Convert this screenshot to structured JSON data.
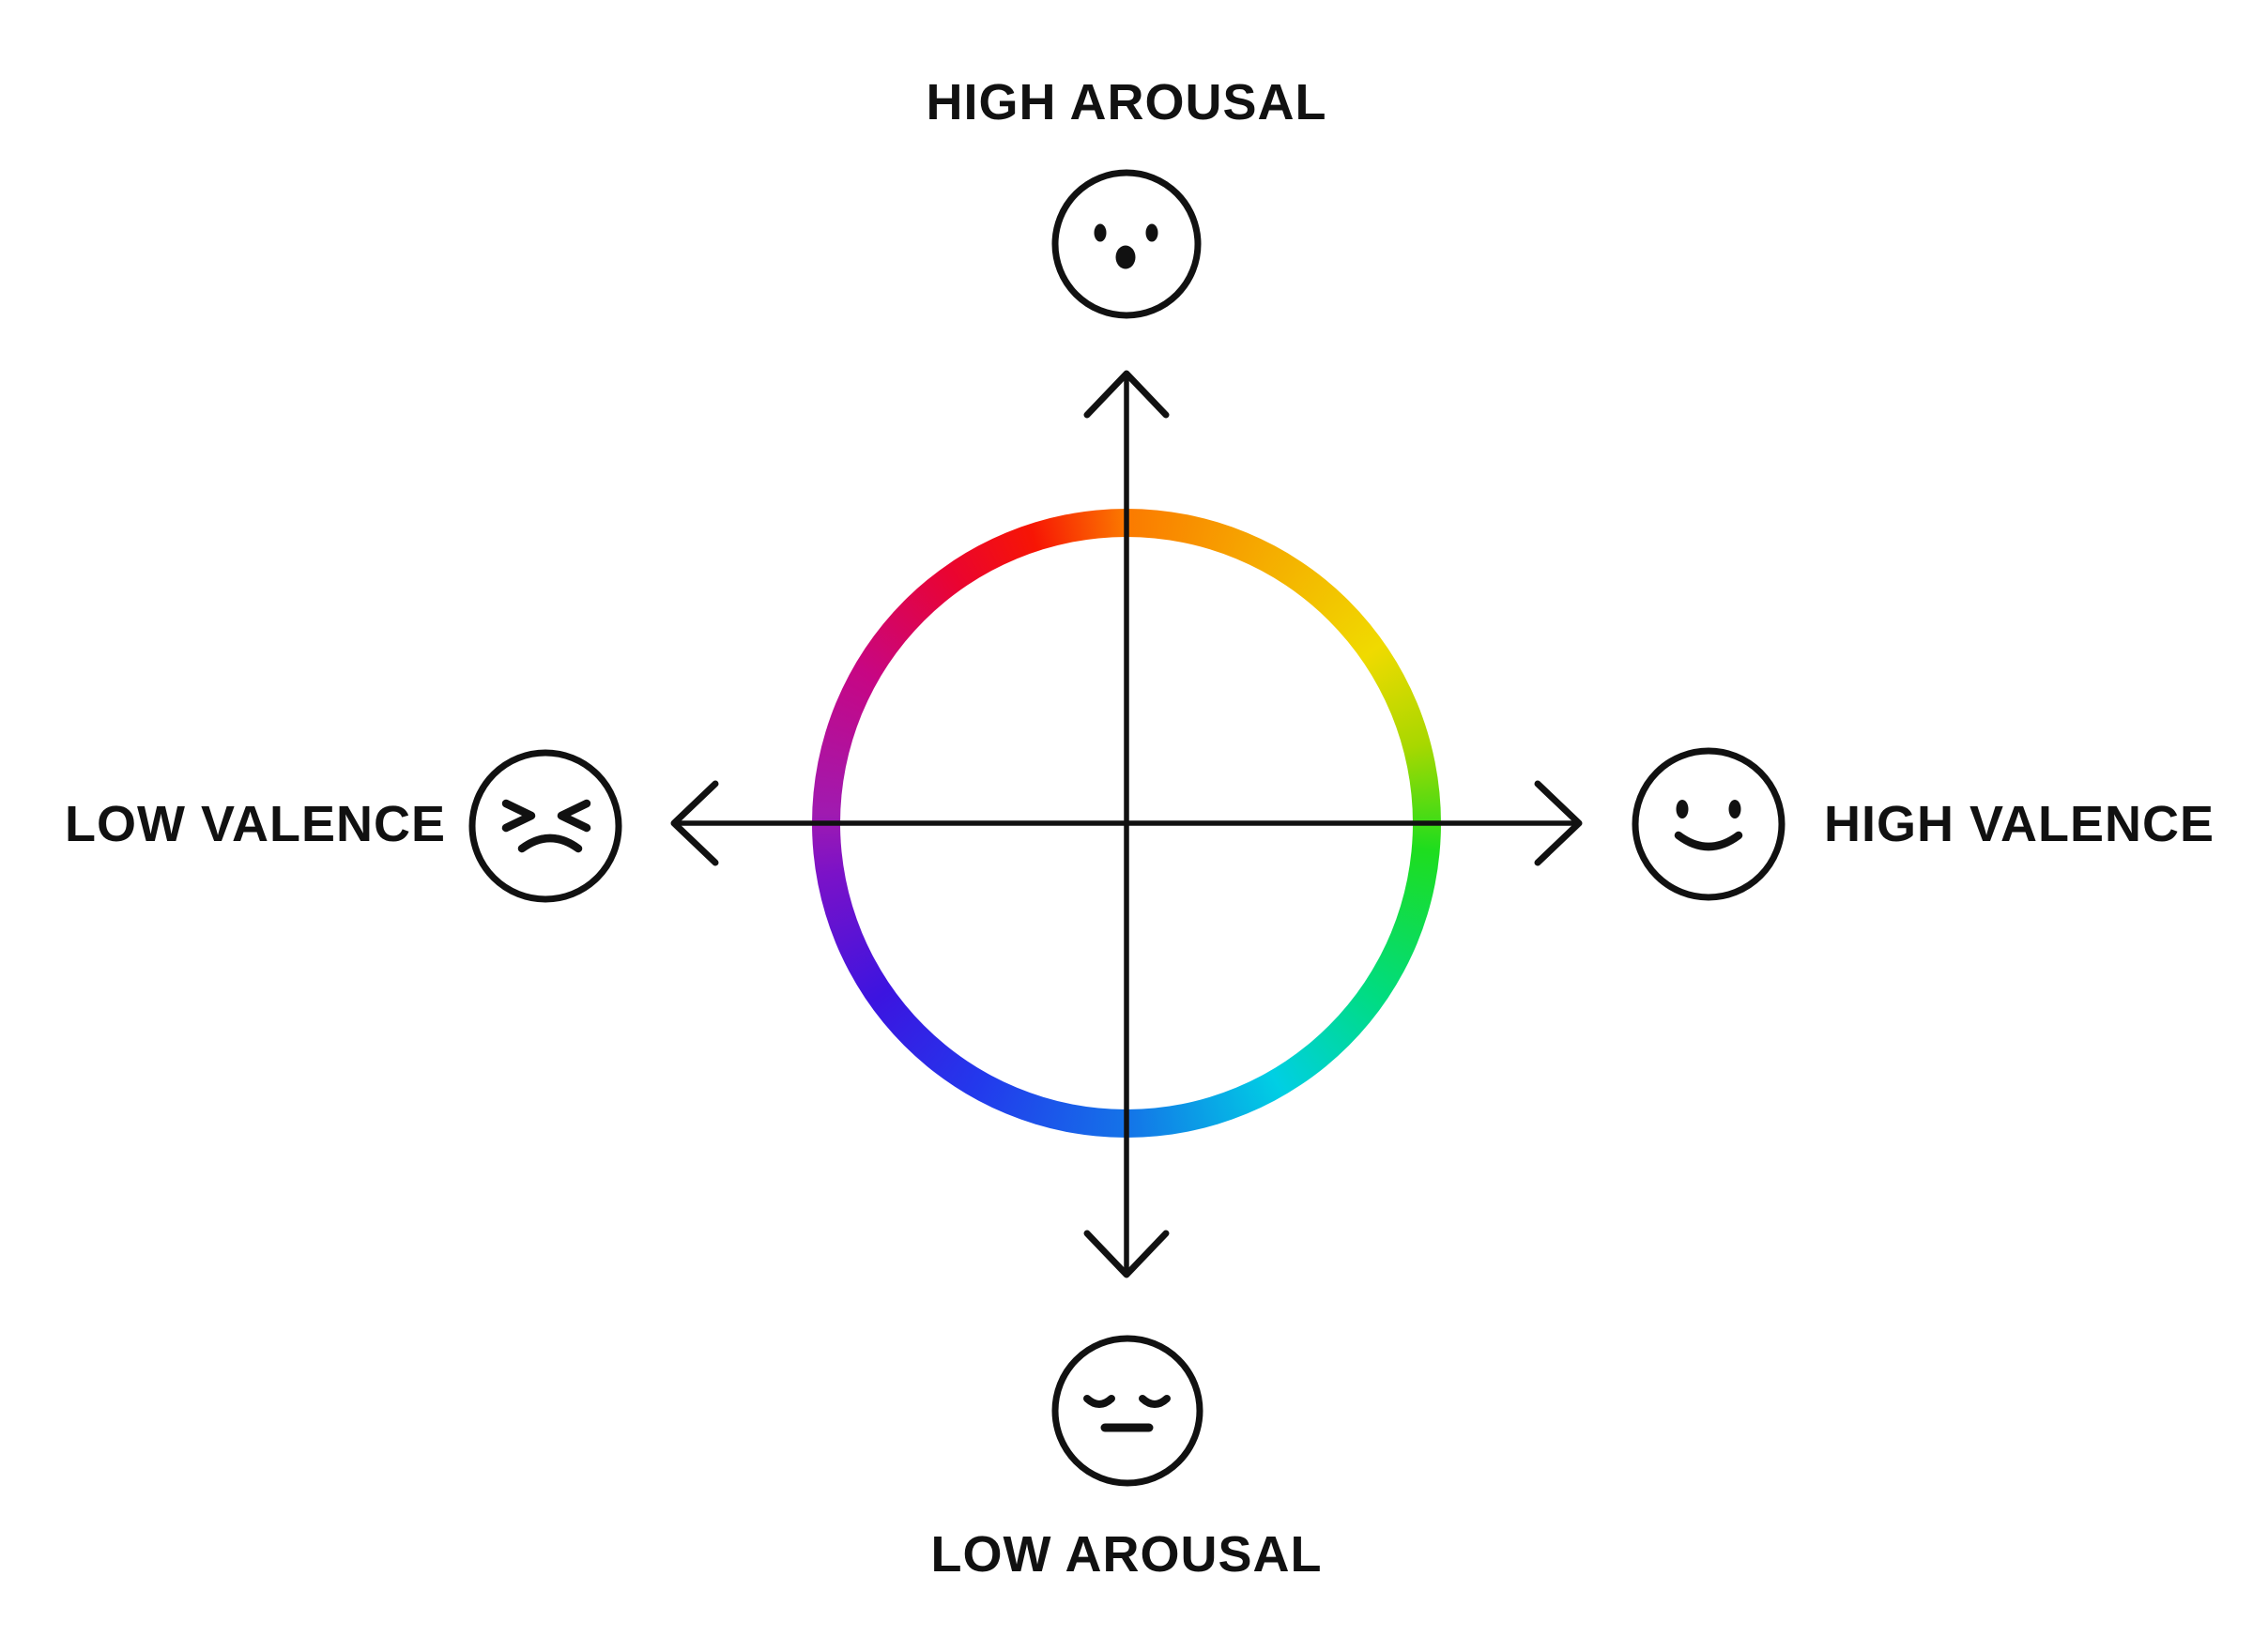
{
  "labels": {
    "top": "HIGH AROUSAL",
    "bottom": "LOW AROUSAL",
    "left": "LOW VALENCE",
    "right": "HIGH VALENCE"
  },
  "colors": {
    "ink": "#111111",
    "background": "#ffffff"
  },
  "ring": {
    "description": "rainbow hue wheel, orange at top going clockwise through yellow, green, cyan, blue, violet, purple, red",
    "stops": [
      {
        "deg": 0,
        "color": "#fb7a00"
      },
      {
        "deg": 28,
        "color": "#f5ad00"
      },
      {
        "deg": 55,
        "color": "#f0da00"
      },
      {
        "deg": 75,
        "color": "#a8d800"
      },
      {
        "deg": 95,
        "color": "#1edd1e"
      },
      {
        "deg": 125,
        "color": "#00dc82"
      },
      {
        "deg": 150,
        "color": "#00cfe4"
      },
      {
        "deg": 180,
        "color": "#1473e8"
      },
      {
        "deg": 210,
        "color": "#2338ec"
      },
      {
        "deg": 235,
        "color": "#3c14e0"
      },
      {
        "deg": 260,
        "color": "#7a12c8"
      },
      {
        "deg": 272,
        "color": "#a01ab0"
      },
      {
        "deg": 300,
        "color": "#c70683"
      },
      {
        "deg": 325,
        "color": "#ea0430"
      },
      {
        "deg": 342,
        "color": "#f71504"
      },
      {
        "deg": 360,
        "color": "#fb7a00"
      }
    ]
  },
  "axes": {
    "vertical_name": "arousal-axis",
    "horizontal_name": "valence-axis"
  },
  "faces": {
    "top": "surprised-face-icon",
    "bottom": "calm-face-icon",
    "left": "distressed-face-icon",
    "right": "happy-face-icon"
  }
}
